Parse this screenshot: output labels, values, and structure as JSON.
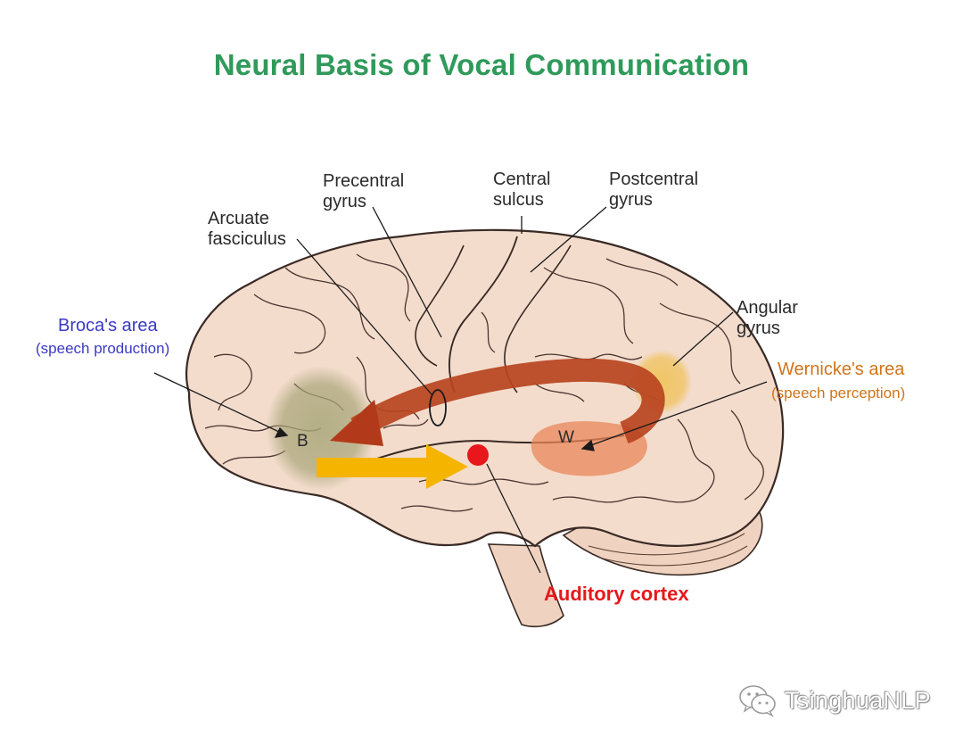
{
  "title": "Neural Basis of Vocal Communication",
  "colors": {
    "title": "#2f9a5a",
    "broca": "#3a3ac4",
    "wernicke": "#d0741a",
    "auditory": "#e8171b",
    "brain_fill": "#f2dccb",
    "brain_stroke": "#3a2a25",
    "arcuate_arrow": "#b8401f",
    "input_arrow": "#f5b400"
  },
  "labels": {
    "precentral": [
      "Precentral",
      "gyrus"
    ],
    "central": [
      "Central",
      "sulcus"
    ],
    "postcentral": [
      "Postcentral",
      "gyrus"
    ],
    "arcuate": [
      "Arcuate",
      "fasciculus"
    ],
    "angular": [
      "Angular",
      "gyrus"
    ],
    "broca_title": "Broca's area",
    "broca_sub": "(speech production)",
    "wernicke_title": "Wernicke's area",
    "wernicke_sub": "(speech perception)",
    "auditory": "Auditory cortex",
    "letter_b": "B",
    "letter_w": "W"
  },
  "watermark": {
    "icon": "wechat-icon",
    "text": "TsinghuaNLP"
  }
}
